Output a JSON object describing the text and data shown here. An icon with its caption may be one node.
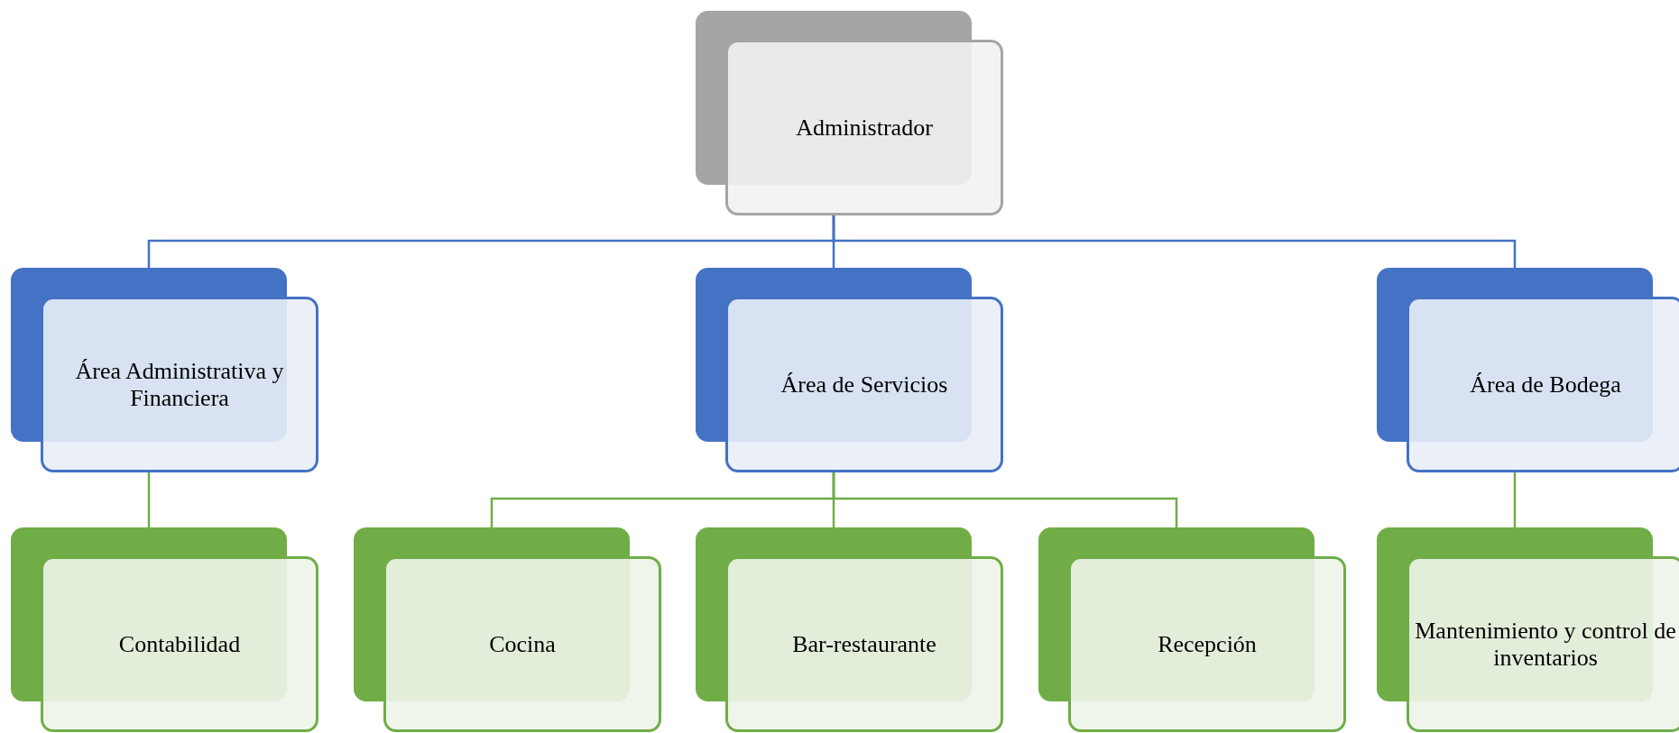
{
  "diagram": {
    "nodes": [
      {
        "text": [
          "Administrador"
        ]
      },
      {
        "text": [
          "Área Administrativa y Financiera"
        ]
      },
      {
        "text": [
          "Área de Servicios"
        ]
      },
      {
        "text": [
          "Área de Bodega"
        ]
      },
      {
        "text": [
          "Contabilidad"
        ]
      },
      {
        "text": [
          "Cocina"
        ]
      },
      {
        "text": [
          "Bar-restaurante"
        ]
      },
      {
        "text": [
          "Recepción"
        ]
      },
      {
        "text": [
          "Mantenimiento y control de inventarios"
        ]
      }
    ],
    "edges": [
      {
        "from": 0,
        "to": 1,
        "arrow": "none",
        "color": "#4472c4"
      },
      {
        "from": 0,
        "to": 2,
        "arrow": "none",
        "color": "#4472c4"
      },
      {
        "from": 0,
        "to": 3,
        "arrow": "none",
        "color": "#4472c4"
      },
      {
        "from": 1,
        "to": 4,
        "arrow": "none"
      },
      {
        "from": 2,
        "to": 5,
        "arrow": "none"
      },
      {
        "from": 2,
        "to": 6,
        "arrow": "none"
      },
      {
        "from": 2,
        "to": 7,
        "arrow": "none"
      },
      {
        "from": 3,
        "to": 8,
        "arrow": "none"
      }
    ]
  }
}
